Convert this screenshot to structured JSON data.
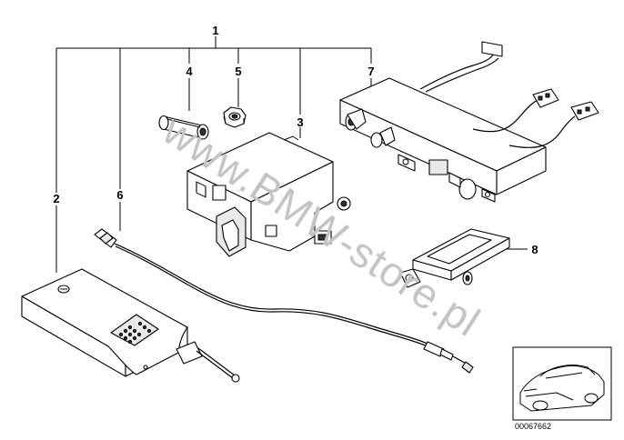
{
  "watermark": "www.BMW-store.pl",
  "reference_number": "00067662",
  "callouts": {
    "c1": "1",
    "c2": "2",
    "c3": "3",
    "c4": "4",
    "c5": "5",
    "c6": "6",
    "c7": "7",
    "c8": "8"
  }
}
